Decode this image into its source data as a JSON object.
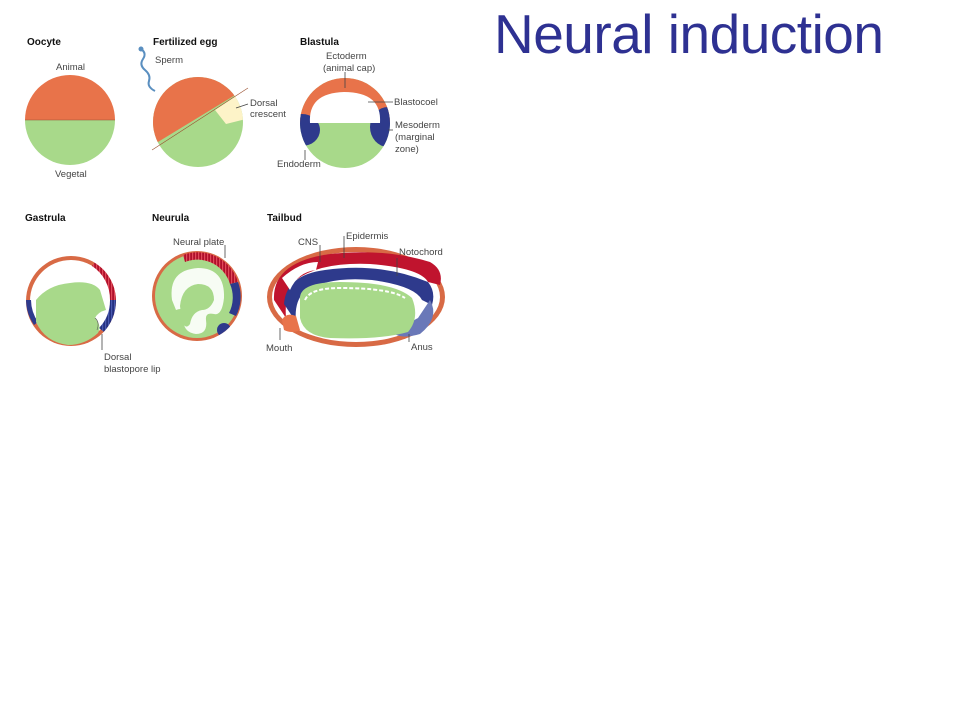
{
  "title": "Neural induction",
  "colors": {
    "title": "#2e3192",
    "animal": "#e8734a",
    "vegetal": "#a8d98a",
    "mesoderm": "#2e3a8c",
    "neural": "#c0142e",
    "dorsal_crescent": "#fdf3c8",
    "border": "#d86a45"
  },
  "stages": {
    "oocyte": {
      "name": "Oocyte",
      "animal": "Animal",
      "vegetal": "Vegetal"
    },
    "fertilized": {
      "name": "Fertilized egg",
      "sperm": "Sperm",
      "dorsal": "Dorsal",
      "crescent": "crescent"
    },
    "blastula": {
      "name": "Blastula",
      "ectoderm": "Ectoderm",
      "animal_cap": "(animal cap)",
      "blastocoel": "Blastocoel",
      "mesoderm": "Mesoderm",
      "marginal": "(marginal",
      "zone": "zone)",
      "endoderm": "Endoderm"
    },
    "gastrula": {
      "name": "Gastrula",
      "dorsal": "Dorsal",
      "blastopore": "blastopore lip"
    },
    "neurula": {
      "name": "Neurula",
      "neural_plate": "Neural plate"
    },
    "tailbud": {
      "name": "Tailbud",
      "cns": "CNS",
      "epidermis": "Epidermis",
      "notochord": "Notochord",
      "mouth": "Mouth",
      "anus": "Anus"
    }
  }
}
